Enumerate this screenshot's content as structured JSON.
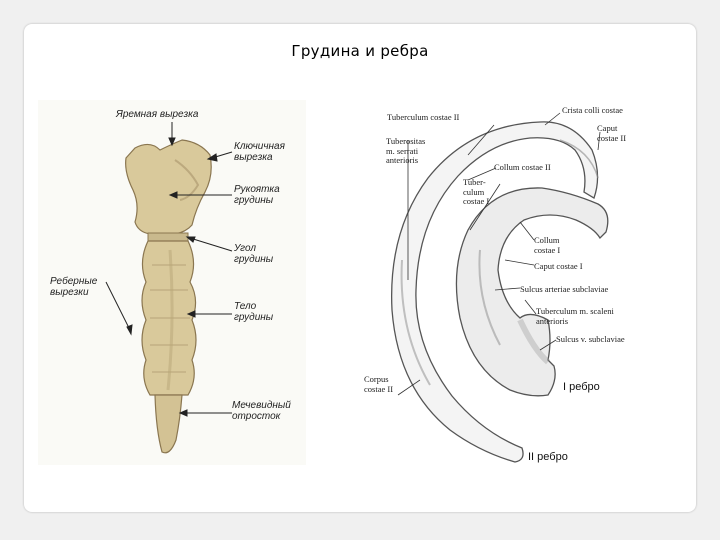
{
  "title": "Грудина и ребра",
  "sternum_labels": {
    "jugular_notch": "Яремная вырезка",
    "clavicular_notch": "Ключичная\nвырезка",
    "manubrium": "Рукоятка\nгрудины",
    "sternal_angle": "Угол\nгрудины",
    "costal_notches": "Реберные\nвырезки",
    "body": "Тело\nгрудины",
    "xiphoid": "Мечевидный\nотросток"
  },
  "rib_labels": {
    "tuberculum_costae_ii": "Tuberculum costae II",
    "crista_colli_costae": "Crista colli costae",
    "caput_costae_ii": "Caput\ncostae II",
    "tuberositas_serrati": "Tuberositas\nm. serrati\nanterioris",
    "collum_costae_ii": "Collum costae II",
    "tuberculum_costae_i": "Tuber-\nculum\ncostae I",
    "collum_costae_i": "Collum\ncostae I",
    "caput_costae_i": "Caput costae I",
    "sulcus_arteriae": "Sulcus arteriae subclaviae",
    "tuberculum_scaleni": "Tuberculum m. scaleni\nanterioris",
    "sulcus_venae": "Sulcus v. subclaviae",
    "corpus_costae_ii": "Corpus\ncostae II",
    "rib_i_caption": "I ребро",
    "rib_ii_caption": "II ребро"
  },
  "colors": {
    "background": "#f0f0f0",
    "slide": "#ffffff",
    "bone": "#d9c99b",
    "bone_shade": "#a8956a",
    "rib_fill": "#f4f4f4",
    "rib_shade": "#8a8a8a"
  }
}
